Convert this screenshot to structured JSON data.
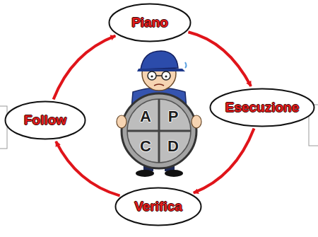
{
  "diagram": {
    "nodes": [
      {
        "text": [
          "Piano"
        ]
      },
      {
        "text": [
          "Esecuzione"
        ]
      },
      {
        "text": [
          "Verifica"
        ]
      },
      {
        "text": [
          "Follow"
        ]
      }
    ],
    "edges": [
      {
        "from": 0,
        "to": 1,
        "arrow": "to"
      },
      {
        "from": 1,
        "to": 2,
        "arrow": "to"
      },
      {
        "from": 2,
        "to": 3,
        "arrow": "to"
      },
      {
        "from": 3,
        "to": 0,
        "arrow": "to"
      }
    ],
    "labels": [
      "A",
      "P",
      "C",
      "D"
    ]
  }
}
